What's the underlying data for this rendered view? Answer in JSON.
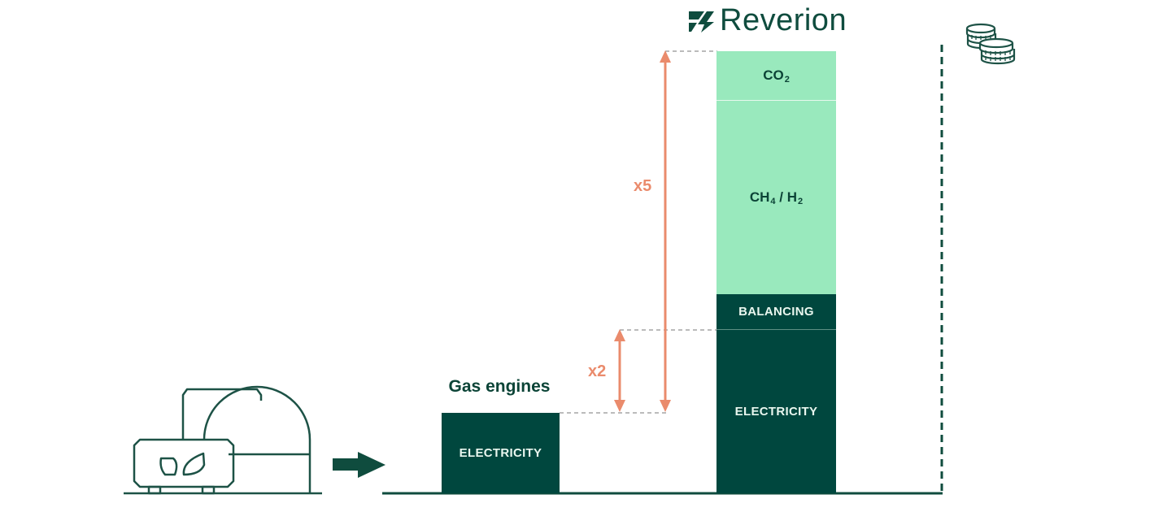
{
  "brand": {
    "logo_text": "Reverion",
    "logo_icon": "reverion-mark-icon"
  },
  "colors": {
    "dark_green": "#00473e",
    "light_green": "#99e9bd",
    "accent_orange": "#ea8b6c",
    "line_green": "#0f4c3e"
  },
  "diagram": {
    "title": "Revenue multiplier of Reverion vs. gas engines",
    "left_icon": "biogas-plant-icon",
    "flow_arrow": "right-arrow-icon",
    "right_icon": "coins-icon",
    "gas_engines": {
      "title": "Gas engines",
      "segments": [
        {
          "label": "ELECTRICITY",
          "relative_value": 1
        }
      ]
    },
    "reverion": {
      "segments": [
        {
          "label": "ELECTRICITY",
          "relative_value": 2
        },
        {
          "label": "BALANCING",
          "relative_value": 0.4
        },
        {
          "label_main": "CH",
          "label_sub1": "4",
          "label_mid": " / H",
          "label_sub2": "2",
          "relative_value": 2.2
        },
        {
          "label_main": "CO",
          "label_sub": "2",
          "relative_value": 0.6
        }
      ]
    },
    "multipliers": [
      {
        "label": "x2",
        "from": "gas_engines_total",
        "to": "reverion_electricity"
      },
      {
        "label": "x5",
        "from": "gas_engines_total",
        "to": "reverion_total"
      }
    ]
  }
}
